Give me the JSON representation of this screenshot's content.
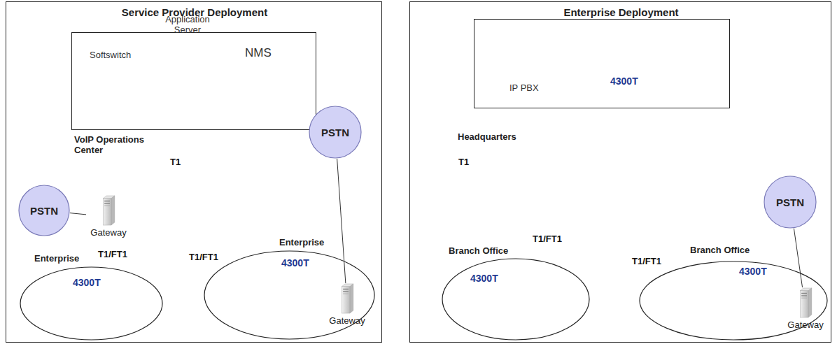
{
  "diagram": {
    "nodes": [
      {
        "text": [
          "Service Provider Deployment"
        ]
      },
      {
        "text": [
          "VoIP Operations Center"
        ],
        "in": 0
      },
      {
        "text": [
          "PSTN"
        ],
        "in": 0
      },
      {
        "text": [
          "Gateway"
        ],
        "in": 0
      },
      {
        "text": [
          "PSTN"
        ],
        "in": 0
      },
      {
        "text": [
          "Enterprise"
        ],
        "in": 0
      },
      {
        "text": [
          "Enterprise"
        ],
        "in": 0
      },
      {
        "text": [
          "Gateway"
        ],
        "in": 6
      },
      {
        "text": [
          "Enterprise Deployment"
        ]
      },
      {
        "text": [
          "Headquarters"
        ],
        "in": 8
      },
      {
        "text": [
          "Branch Office"
        ],
        "in": 8
      },
      {
        "text": [
          "Branch Office"
        ],
        "in": 8
      },
      {
        "text": [
          "Gateway"
        ],
        "in": 11
      },
      {
        "text": [
          "PSTN"
        ],
        "in": 8
      }
    ],
    "edges": [
      {
        "from": 2,
        "to": 3,
        "arrow": "none"
      },
      {
        "from": 4,
        "to": 7,
        "arrow": "none"
      },
      {
        "from": 13,
        "to": 12,
        "arrow": "none"
      }
    ],
    "labels": [
      "Softswitch",
      "Application Server",
      "NMS",
      "T1",
      "T1/FT1",
      "4300T",
      "T1/FT1",
      "4300T",
      "IP PBX",
      "4300T",
      "T1",
      "T1/FT1",
      "4300T",
      "T1/FT1",
      "4300T"
    ]
  }
}
